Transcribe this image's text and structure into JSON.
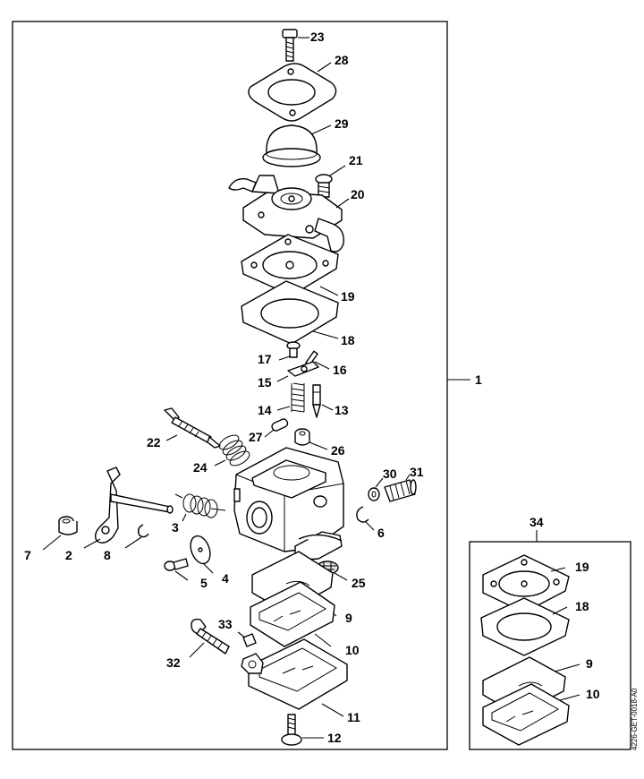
{
  "callouts": {
    "c23": "23",
    "c28": "28",
    "c29": "29",
    "c21": "21",
    "c20": "20",
    "c19": "19",
    "c18": "18",
    "c17": "17",
    "c16": "16",
    "c15": "15",
    "c14": "14",
    "c13": "13",
    "c22": "22",
    "c27": "27",
    "c26": "26",
    "c24": "24",
    "c30": "30",
    "c31": "31",
    "c3": "3",
    "c6": "6",
    "c7": "7",
    "c2": "2",
    "c8": "8",
    "c5": "5",
    "c4": "4",
    "c25": "25",
    "c9": "9",
    "c10": "10",
    "c33": "33",
    "c32": "32",
    "c11": "11",
    "c12": "12",
    "c1": "1"
  },
  "kit": {
    "label": "34",
    "c19": "19",
    "c18": "18",
    "c9": "9",
    "c10": "10"
  },
  "drawing_code": "4226-GET-0018-A0"
}
